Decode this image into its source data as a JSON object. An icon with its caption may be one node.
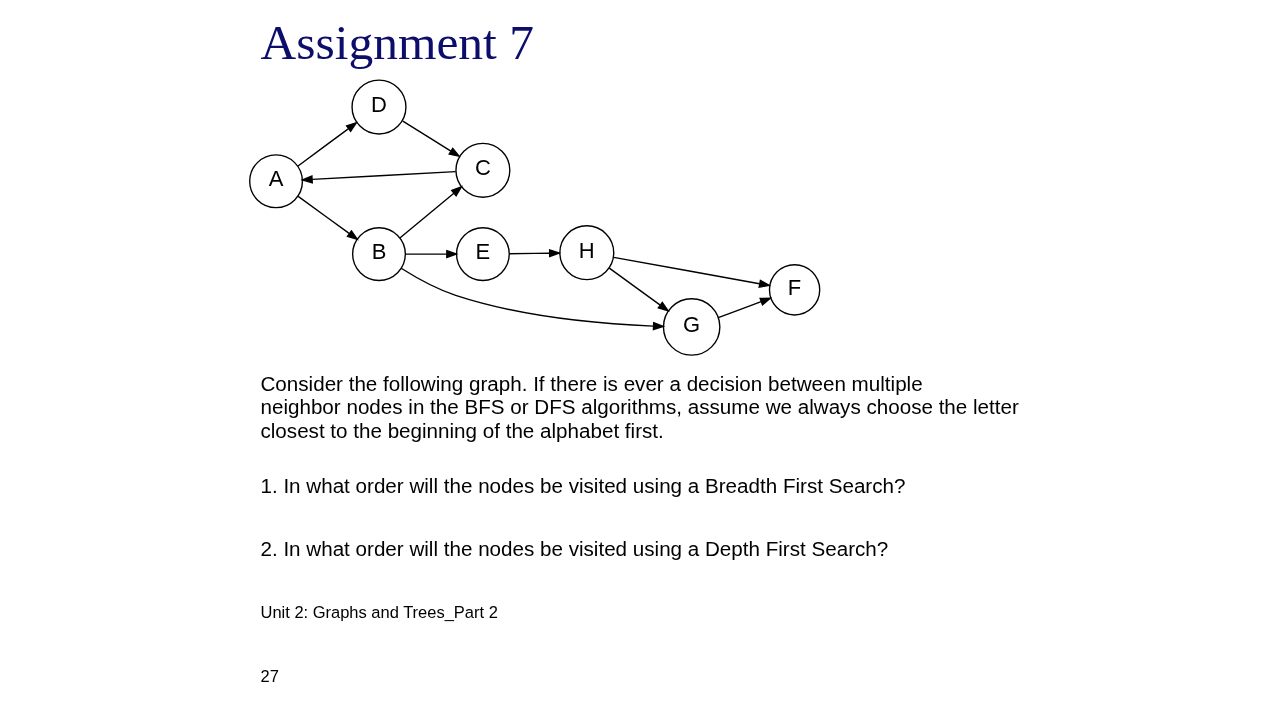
{
  "diagram": {
    "title": "Assignment 7",
    "nodes": [
      {
        "text": [
          "A"
        ]
      },
      {
        "text": [
          "B"
        ]
      },
      {
        "text": [
          "C"
        ]
      },
      {
        "text": [
          "D"
        ]
      },
      {
        "text": [
          "E"
        ]
      },
      {
        "text": [
          "F"
        ]
      },
      {
        "text": [
          "G"
        ]
      },
      {
        "text": [
          "H"
        ]
      }
    ],
    "edges": [
      {
        "from": 0,
        "to": 3,
        "arrow": "to"
      },
      {
        "from": 0,
        "to": 1,
        "arrow": "to"
      },
      {
        "from": 3,
        "to": 2,
        "arrow": "to"
      },
      {
        "from": 2,
        "to": 0,
        "arrow": "to"
      },
      {
        "from": 1,
        "to": 2,
        "arrow": "to"
      },
      {
        "from": 1,
        "to": 4,
        "arrow": "to"
      },
      {
        "from": 1,
        "to": 6,
        "arrow": "to"
      },
      {
        "from": 4,
        "to": 7,
        "arrow": "to"
      },
      {
        "from": 7,
        "to": 6,
        "arrow": "to"
      },
      {
        "from": 7,
        "to": 5,
        "arrow": "to"
      },
      {
        "from": 6,
        "to": 5,
        "arrow": "to"
      }
    ],
    "labels": [
      "Consider the following graph. If there is ever a decision between multiple neighbor nodes in the BFS or DFS algorithms, assume we always choose the letter closest to the beginning of the alphabet first.",
      "1. In what order will the nodes be visited using a Breadth First Search?",
      "2. In what order will the nodes be visited using a Depth First Search?",
      "Unit 2: Graphs and Trees_Part 2",
      "27"
    ]
  }
}
